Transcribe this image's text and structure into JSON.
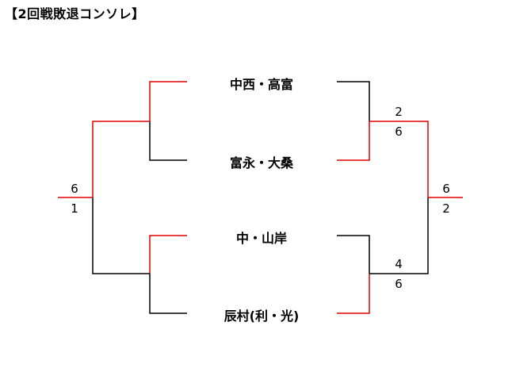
{
  "title": "【2回戦敗退コンソレ】",
  "pairs": [
    "中西・高富",
    "富永・大桑",
    "中・山岸",
    "辰村(利・光)"
  ],
  "scores": {
    "left_final": {
      "top": "6",
      "bottom": "1"
    },
    "right_semi_top": {
      "top": "2",
      "bottom": "6"
    },
    "right_semi_bottom": {
      "top": "4",
      "bottom": "6"
    },
    "right_final": {
      "top": "6",
      "bottom": "2"
    }
  },
  "colors": {
    "win": "#e00000",
    "lose": "#000000"
  }
}
